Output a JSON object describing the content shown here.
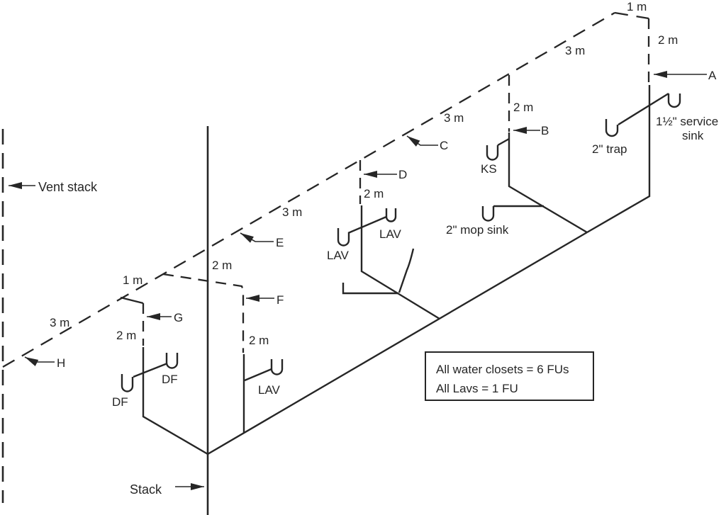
{
  "labels": {
    "vent_stack": "Vent stack",
    "stack": "Stack"
  },
  "points": {
    "a": "A",
    "b": "B",
    "c": "C",
    "d": "D",
    "e": "E",
    "f": "F",
    "g": "G",
    "h": "H"
  },
  "dimensions": {
    "top_run": "1 m",
    "vent_a_riser": "2 m",
    "seg_peak_to_b": "3 m",
    "vent_b_riser": "2 m",
    "seg_b_to_c": "3 m",
    "vent_d_riser": "2 m",
    "seg_d_to_e": "3 m",
    "vent_f_run": "2 m",
    "vent_f_riser": "2 m",
    "seg_f_to_g": "1 m",
    "vent_g_riser": "2 m",
    "seg_g_to_h": "3 m"
  },
  "fixtures": {
    "service_sink_line1": "1½\" service",
    "service_sink_line2": "sink",
    "trap_size": "2\" trap",
    "kitchen_sink": "KS",
    "mop_sink": "2\" mop sink",
    "lavatory": "LAV",
    "drinking_fountain": "DF"
  },
  "note": {
    "line1": "All water closets = 6 FUs",
    "line2": "All Lavs = 1 FU"
  }
}
